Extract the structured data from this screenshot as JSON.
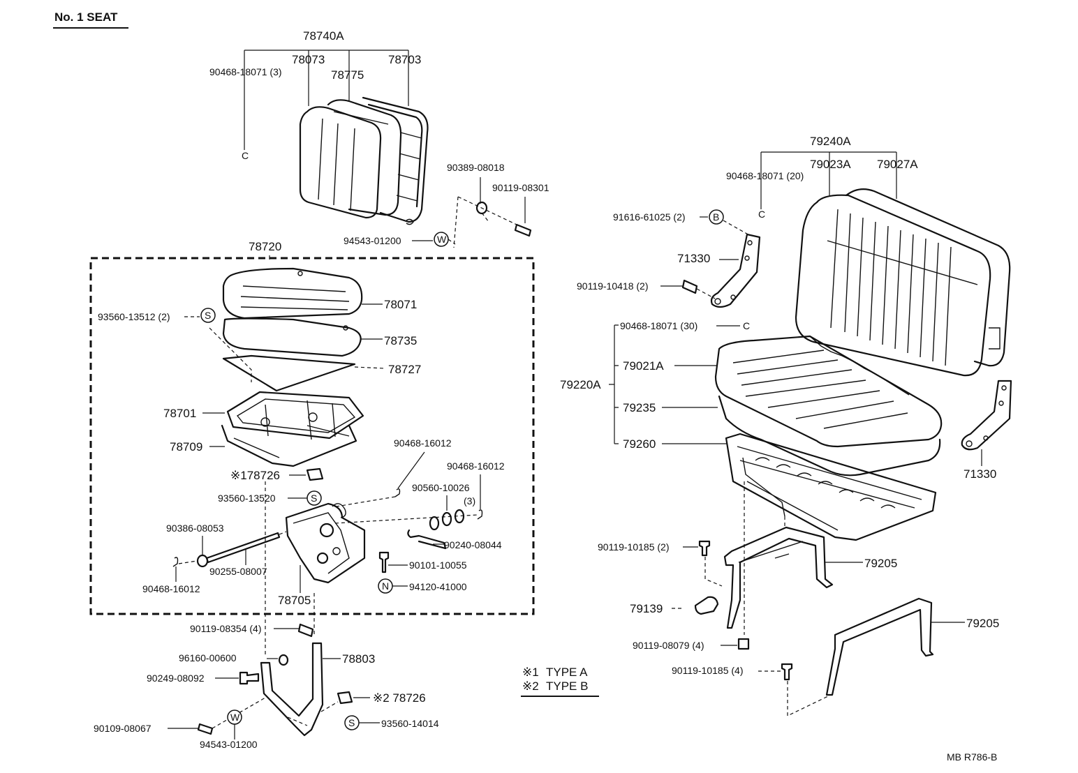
{
  "title": "No. 1 SEAT",
  "ref_code": "MB  R786-B",
  "legend": [
    {
      "mark": "※1",
      "text": "TYPE  A"
    },
    {
      "mark": "※2",
      "text": "TYPE  B"
    }
  ],
  "symbols": {
    "W": "W",
    "S": "S",
    "N": "N",
    "B": "B",
    "C": "C"
  },
  "labels": {
    "p78740A": "78740A",
    "p78073": "78073",
    "p78775": "78775",
    "p78703": "78703",
    "p90468_18071_3": "90468-18071 (3)",
    "p90389": "90389-08018",
    "p90119_08301": "90119-08301",
    "p94543_top": "94543-01200",
    "p78720": "78720",
    "p78071": "78071",
    "p93560_13512": "93560-13512 (2)",
    "p78735": "78735",
    "p78727": "78727",
    "p78701": "78701",
    "p78709": "78709",
    "p178726": "※178726",
    "p93560_13520": "93560-13520",
    "p90468_16012_a": "90468-16012",
    "p90468_16012_b": "90468-16012",
    "p90560": "90560-10026",
    "p90560_qty": "(3)",
    "p90386": "90386-08053",
    "p90240": "90240-08044",
    "p90101": "90101-10055",
    "p90255": "90255-08007",
    "p94120": "94120-41000",
    "p90468_16012_c": "90468-16012",
    "p78705": "78705",
    "p90119_08354": "90119-08354 (4)",
    "p78803": "78803",
    "p96160": "96160-00600",
    "p90249": "90249-08092",
    "p278726": "※2 78726",
    "p90109": "90109-08067",
    "p93560_14014": "93560-14014",
    "p94543_bot": "94543-01200",
    "p79240A": "79240A",
    "p79023A": "79023A",
    "p79027A": "79027A",
    "p90468_18071_20": "90468-18071 (20)",
    "p91616": "91616-61025 (2)",
    "p71330_top": "71330",
    "p90119_10418": "90119-10418 (2)",
    "p90468_18071_30": "90468-18071 (30)",
    "p79021A": "79021A",
    "p79220A": "79220A",
    "p79235": "79235",
    "p79260": "79260",
    "p71330_bot": "71330",
    "p90119_10185_2": "90119-10185 (2)",
    "p79205_a": "79205",
    "p79139": "79139",
    "p90119_08079": "90119-08079 (4)",
    "p79205_b": "79205",
    "p90119_10185_4": "90119-10185 (4)"
  }
}
